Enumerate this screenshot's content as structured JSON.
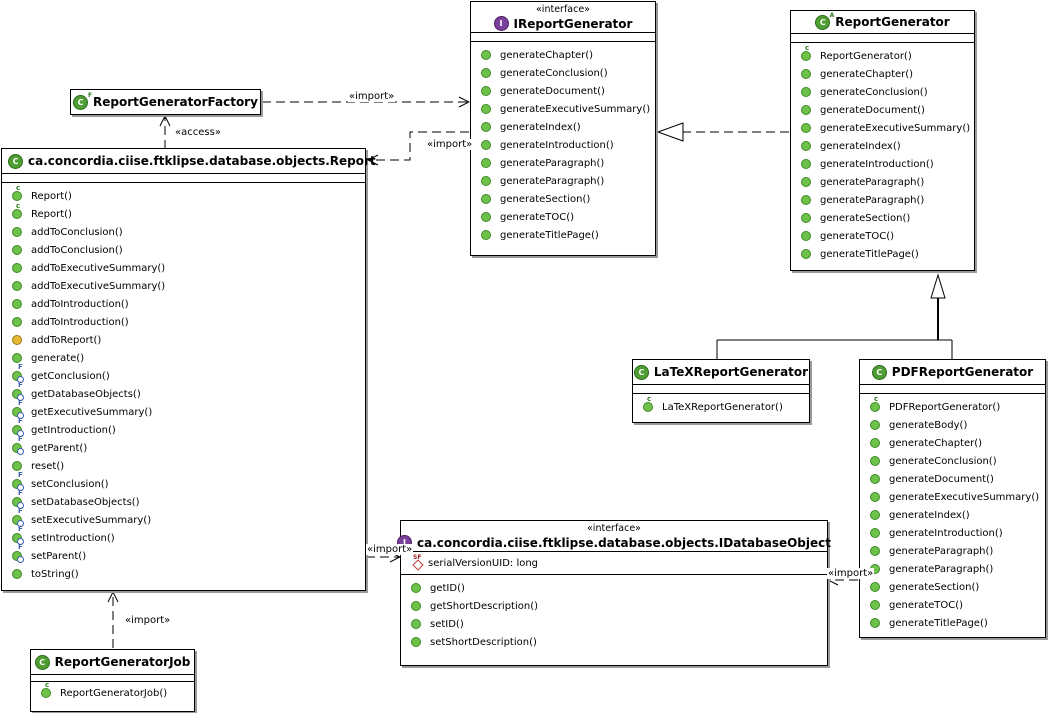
{
  "ireport": {
    "stereotype": "«interface»",
    "name": "IReportGenerator",
    "ops": [
      "generateChapter()",
      "generateConclusion()",
      "generateDocument()",
      "generateExecutiveSummary()",
      "generateIndex()",
      "generateIntroduction()",
      "generateParagraph()",
      "generateParagraph()",
      "generateSection()",
      "generateTOC()",
      "generateTitlePage()"
    ]
  },
  "reportgen": {
    "name": "ReportGenerator",
    "ops": [
      "ReportGenerator()",
      "generateChapter()",
      "generateConclusion()",
      "generateDocument()",
      "generateExecutiveSummary()",
      "generateIndex()",
      "generateIntroduction()",
      "generateParagraph()",
      "generateParagraph()",
      "generateSection()",
      "generateTOC()",
      "generateTitlePage()"
    ]
  },
  "factory": {
    "name": "ReportGeneratorFactory"
  },
  "report": {
    "name": "ca.concordia.ciise.ftklipse.database.objects.Report",
    "ops": [
      "Report()",
      "Report()",
      "addToConclusion()",
      "addToConclusion()",
      "addToExecutiveSummary()",
      "addToExecutiveSummary()",
      "addToIntroduction()",
      "addToIntroduction()",
      "addToReport()",
      "generate()",
      "getConclusion()",
      "getDatabaseObjects()",
      "getExecutiveSummary()",
      "getIntroduction()",
      "getParent()",
      "reset()",
      "setConclusion()",
      "setDatabaseObjects()",
      "setExecutiveSummary()",
      "setIntroduction()",
      "setParent()",
      "toString()"
    ]
  },
  "latex": {
    "name": "LaTeXReportGenerator",
    "ops": [
      "LaTeXReportGenerator()"
    ]
  },
  "pdf": {
    "name": "PDFReportGenerator",
    "ops": [
      "PDFReportGenerator()",
      "generateBody()",
      "generateChapter()",
      "generateConclusion()",
      "generateDocument()",
      "generateExecutiveSummary()",
      "generateIndex()",
      "generateIntroduction()",
      "generateParagraph()",
      "generateParagraph()",
      "generateSection()",
      "generateTOC()",
      "generateTitlePage()"
    ]
  },
  "idbo": {
    "stereotype": "«interface»",
    "name": "ca.concordia.ciise.ftklipse.database.objects.IDatabaseObject",
    "field": "serialVersionUID: long",
    "ops": [
      "getID()",
      "getShortDescription()",
      "setID()",
      "setShortDescription()"
    ]
  },
  "job": {
    "name": "ReportGeneratorJob",
    "ops": [
      "ReportGeneratorJob()"
    ]
  },
  "labels": {
    "factory_import": "«import»",
    "factory_access": "«access»",
    "report_import": "«import»",
    "report_idbo_import": "«import»",
    "pdf_idbo_import": "«import»",
    "job_import": "«import»"
  }
}
